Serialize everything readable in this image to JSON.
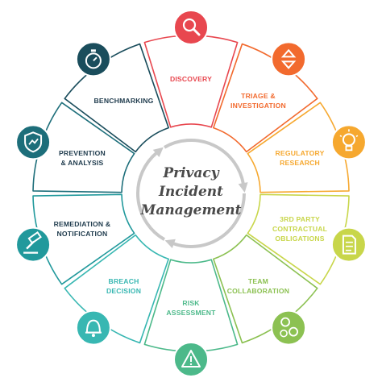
{
  "center": {
    "title_line1": "Privacy",
    "title_line2": "Incident",
    "title_line3": "Management"
  },
  "stages": [
    {
      "lines": [
        "DISCOVERY"
      ],
      "color": "#e8474f",
      "icon": "magnifier-icon"
    },
    {
      "lines": [
        "TRIAGE &",
        "INVESTIGATION"
      ],
      "color": "#f26a2e",
      "icon": "triage-arrows-icon"
    },
    {
      "lines": [
        "REGULATORY",
        "RESEARCH"
      ],
      "color": "#f6a82f",
      "icon": "lightbulb-icon"
    },
    {
      "lines": [
        "3RD PARTY",
        "CONTRACTUAL",
        "OBLIGATIONS"
      ],
      "color": "#c8d64a",
      "icon": "document-icon"
    },
    {
      "lines": [
        "TEAM",
        "COLLABORATION"
      ],
      "color": "#8cc152",
      "icon": "team-icon"
    },
    {
      "lines": [
        "RISK",
        "ASSESSMENT"
      ],
      "color": "#4cb98a",
      "icon": "warning-icon"
    },
    {
      "lines": [
        "BREACH",
        "DECISION"
      ],
      "color": "#38b7b2",
      "icon": "bell-icon"
    },
    {
      "lines": [
        "REMEDIATION &",
        "NOTIFICATION"
      ],
      "color": "#21999c",
      "icon": "gavel-icon"
    },
    {
      "lines": [
        "PREVENTION",
        "& ANALYSIS"
      ],
      "color": "#1d6e7a",
      "icon": "shield-icon"
    },
    {
      "lines": [
        "BENCHMARKING"
      ],
      "color": "#1a4d5c",
      "icon": "stopwatch-icon"
    }
  ],
  "colors": {
    "arrows": "#c8c8c8",
    "text_dark": "#1f3b4d"
  }
}
